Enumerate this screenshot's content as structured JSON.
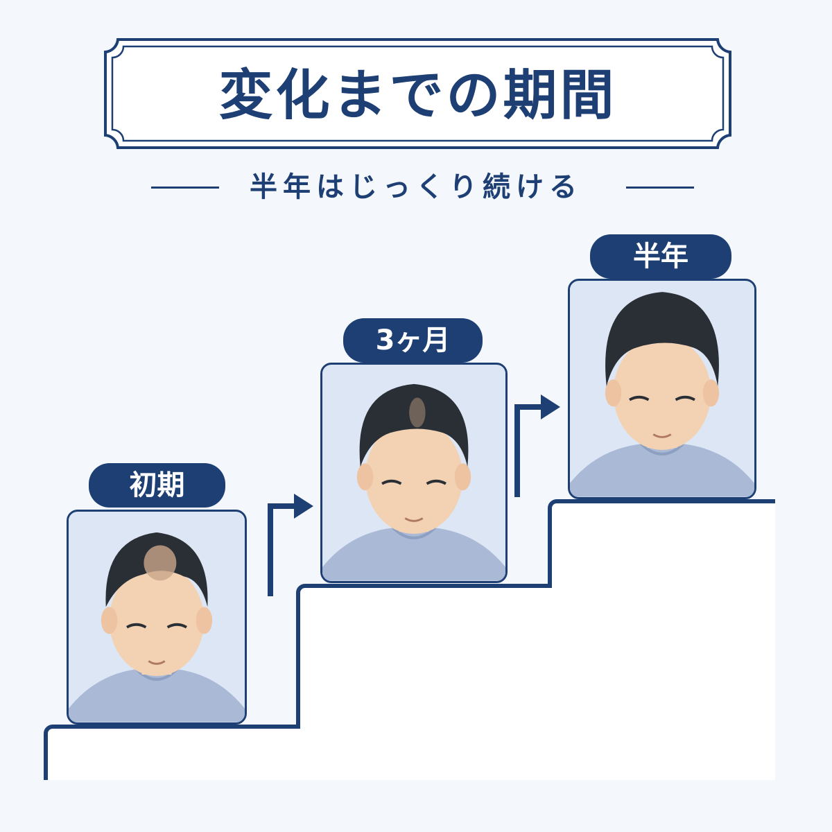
{
  "header": {
    "title": "変化までの期間",
    "subtitle": "半年はじっくり続ける"
  },
  "stages": [
    {
      "label": "初期",
      "hair_density": "thin",
      "icon": "face-illustration"
    },
    {
      "label": "3ヶ月",
      "hair_density": "medium",
      "icon": "face-illustration"
    },
    {
      "label": "半年",
      "hair_density": "full",
      "icon": "face-illustration"
    }
  ],
  "colors": {
    "primary": "#1d3f73",
    "background": "#f4f7fc",
    "card_bg": "#dde6f4",
    "skin": "#f3d2b3",
    "hair": "#2a2f36",
    "shirt": "#a9b9d6"
  },
  "icons": [
    "arrow-right-icon",
    "arrow-right-icon"
  ]
}
